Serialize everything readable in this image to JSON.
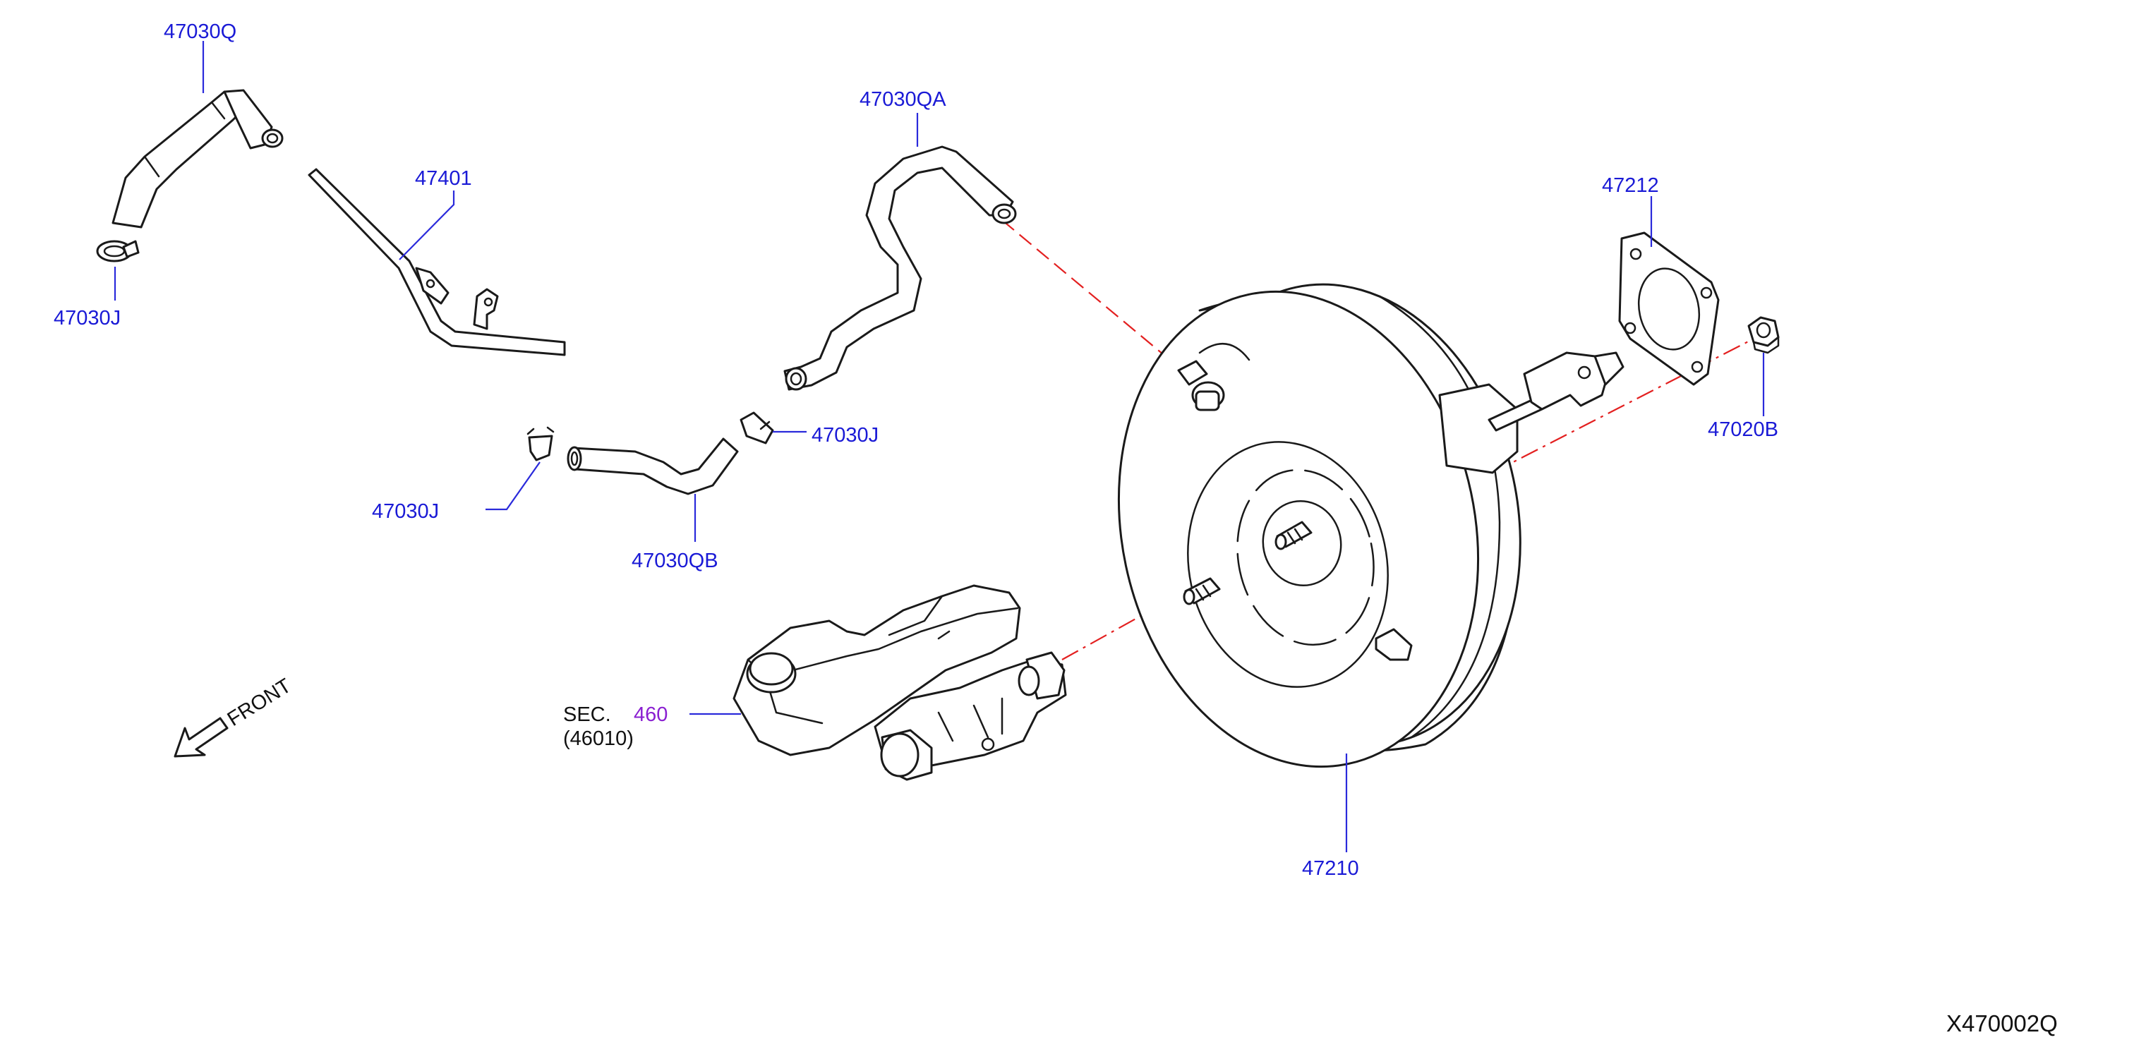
{
  "labels": {
    "p47030Q": "47030Q",
    "p47030J_top": "47030J",
    "p47401": "47401",
    "p47030QA": "47030QA",
    "p47030J_right": "47030J",
    "p47030J_left": "47030J",
    "p47030QB": "47030QB",
    "p47212": "47212",
    "p47020B": "47020B",
    "p47210": "47210",
    "sec_prefix": "SEC.",
    "sec_number": "460",
    "sec_sub": "(46010)",
    "front": "FRONT",
    "diagram_code": "X470002Q"
  },
  "colors": {
    "label_blue": "#1a1ad6",
    "section_purple": "#8a1fd1",
    "centerline_red": "#e32020",
    "outline": "#1a1a1a"
  }
}
